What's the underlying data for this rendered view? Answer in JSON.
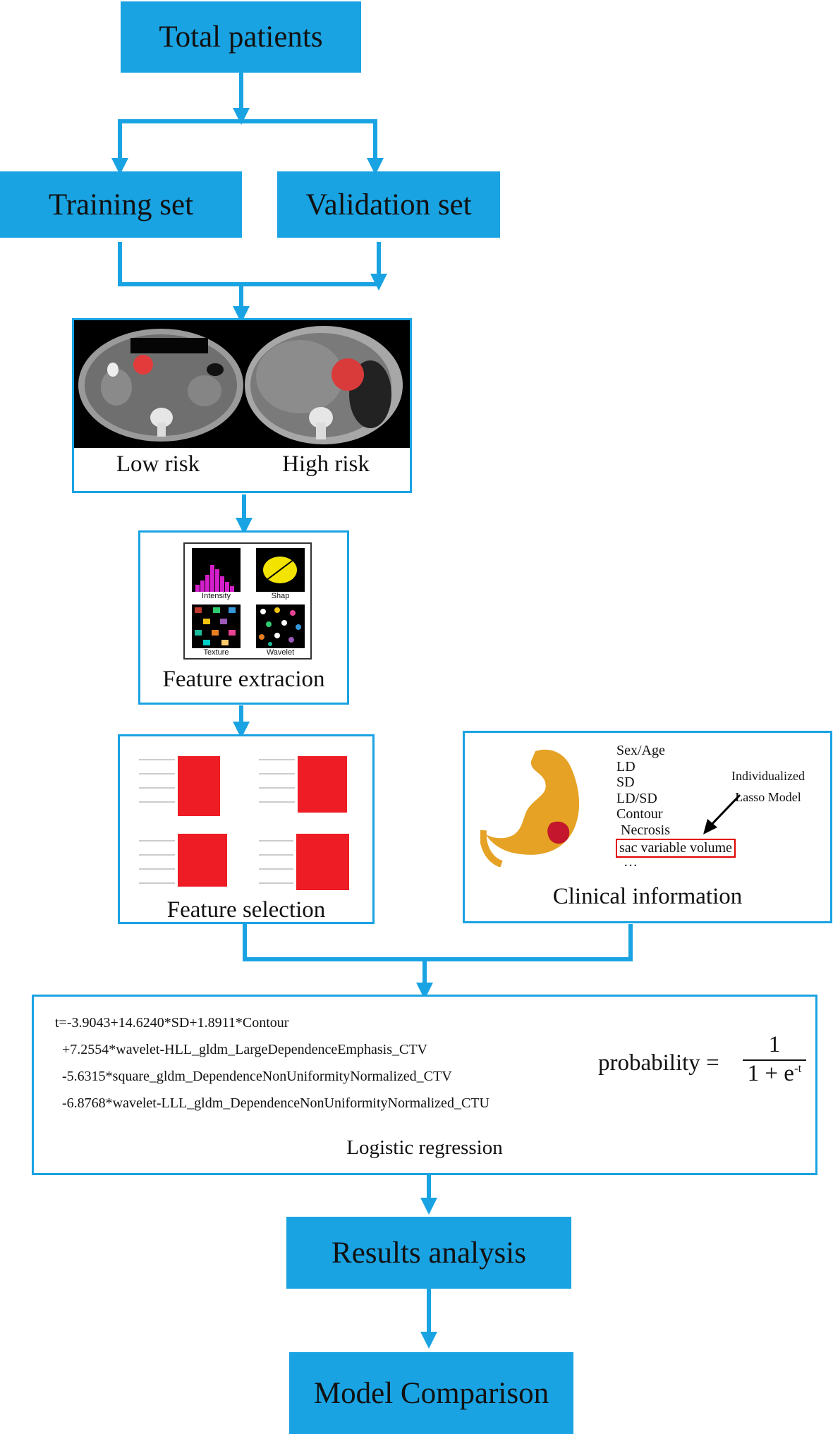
{
  "colors": {
    "accent": "#1aa3e2",
    "highlight": "#e00000",
    "bar_red": "#ee1c25"
  },
  "boxes": {
    "total": "Total patients",
    "training": "Training set",
    "validation": "Validation set",
    "results": "Results analysis",
    "comparison": "Model Comparison"
  },
  "ct": {
    "low_label": "Low risk",
    "high_label": "High risk"
  },
  "feature_extraction": {
    "caption": "Feature extracion",
    "tiles": [
      "Intensity",
      "Shap",
      "Texture",
      "Wavelet"
    ]
  },
  "feature_selection": {
    "caption": "Feature selection"
  },
  "clinical": {
    "caption": "Clinical information",
    "items": [
      "Sex/Age",
      "LD",
      "SD",
      "LD/SD",
      "Contour",
      "Necrosis"
    ],
    "highlighted_item": "sac variable volume",
    "ellipsis": "…",
    "model_label_line1": "Individualized",
    "model_label_line2": "Lasso Model"
  },
  "logistic": {
    "caption": "Logistic regression",
    "formula_lines": [
      "t=-3.9043+14.6240*SD+1.8911*Contour",
      "+7.2554*wavelet-HLL_gldm_LargeDependenceEmphasis_CTV",
      "-5.6315*square_gldm_DependenceNonUniformityNormalized_CTV",
      "-6.8768*wavelet-LLL_gldm_DependenceNonUniformityNormalized_CTU"
    ],
    "prob_label": "probability",
    "prob_numerator": "1",
    "prob_denominator": "1 + e"
  }
}
